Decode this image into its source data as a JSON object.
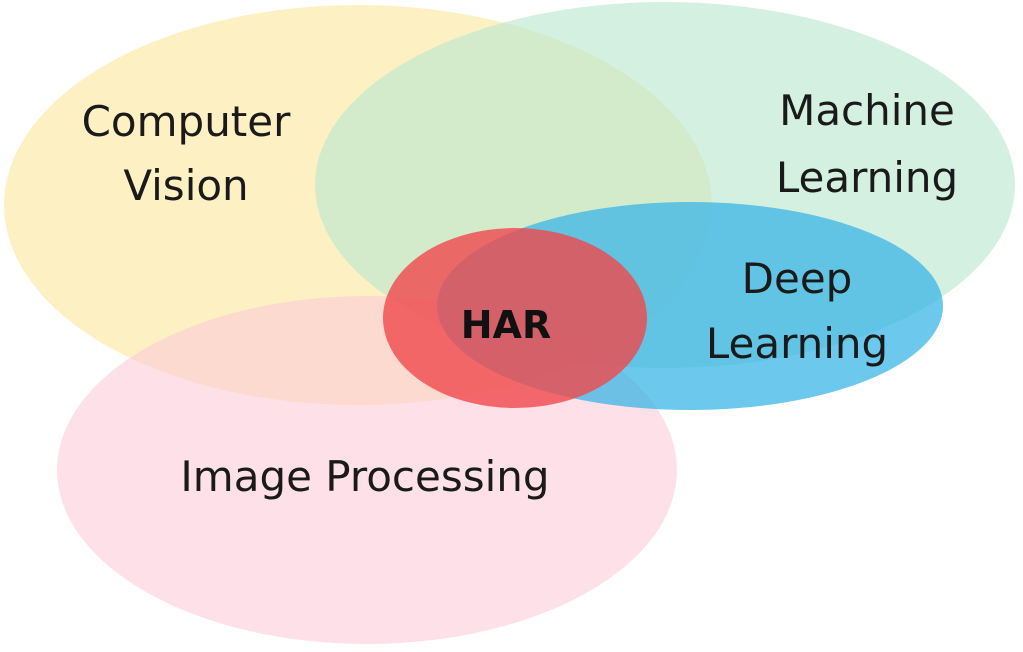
{
  "diagram": {
    "sets": [
      {
        "id": "computer-vision",
        "lines": [
          "Computer",
          "Vision"
        ],
        "color": "#FCE9A8",
        "opacity": 0.7
      },
      {
        "id": "machine-learning",
        "lines": [
          "Machine",
          "Learning"
        ],
        "color": "#BDE8CF",
        "opacity": 0.65
      },
      {
        "id": "image-processing",
        "lines": [
          "Image Processing"
        ],
        "color": "#FCCBD9",
        "opacity": 0.6
      },
      {
        "id": "deep-learning",
        "lines": [
          "Deep",
          "Learning"
        ],
        "color": "#3BB6E6",
        "opacity": 0.75
      },
      {
        "id": "har",
        "lines": [
          "HAR"
        ],
        "color": "#F0494C",
        "opacity": 0.8
      }
    ]
  }
}
